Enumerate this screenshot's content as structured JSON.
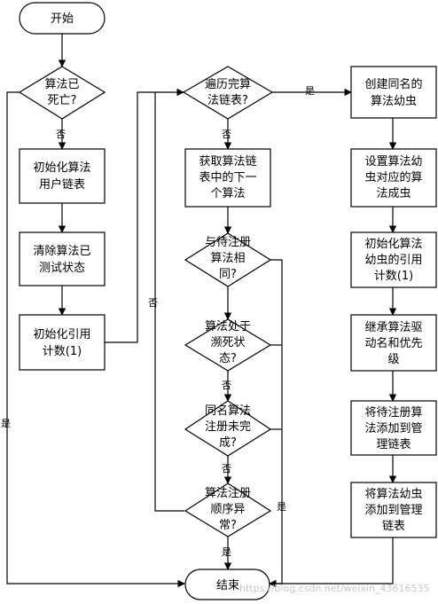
{
  "nodes": {
    "start": "开始",
    "d_dead": [
      "算法已",
      "死亡?"
    ],
    "init_users": [
      "初始化算法",
      "用户链表"
    ],
    "clear_tested": [
      "清除算法已",
      "测试状态"
    ],
    "init_ref": [
      "初始化引用",
      "计数(1)"
    ],
    "d_traverse": [
      "遍历完算",
      "法链表?"
    ],
    "get_next": [
      "获取算法链",
      "表中的下一",
      "个算法"
    ],
    "d_same": [
      "与待注册",
      "算法相",
      "同?"
    ],
    "d_dying": [
      "算法处于",
      "濒死状",
      "态?"
    ],
    "d_unfinished": [
      "同名算法",
      "注册未完",
      "成?"
    ],
    "d_order": [
      "算法注册",
      "顺序异",
      "常?"
    ],
    "end": "结束",
    "create_larva": [
      "创建同名的",
      "算法幼虫"
    ],
    "set_larva": [
      "设置算法幼",
      "虫对应的算",
      "法成虫"
    ],
    "init_larva_ref": [
      "初始化算法",
      "幼虫的引用",
      "计数(1)"
    ],
    "inherit_names": [
      "继承算法驱",
      "动名和优先",
      "级"
    ],
    "add_pending": [
      "将待注册算",
      "法添加到管",
      "理链表"
    ],
    "add_larva": [
      "将算法幼虫",
      "添加到管理",
      "链表"
    ]
  },
  "edge_labels": {
    "no": "否",
    "yes": "是"
  },
  "watermark": "https://blog.csdn.net/weixin_43616535"
}
